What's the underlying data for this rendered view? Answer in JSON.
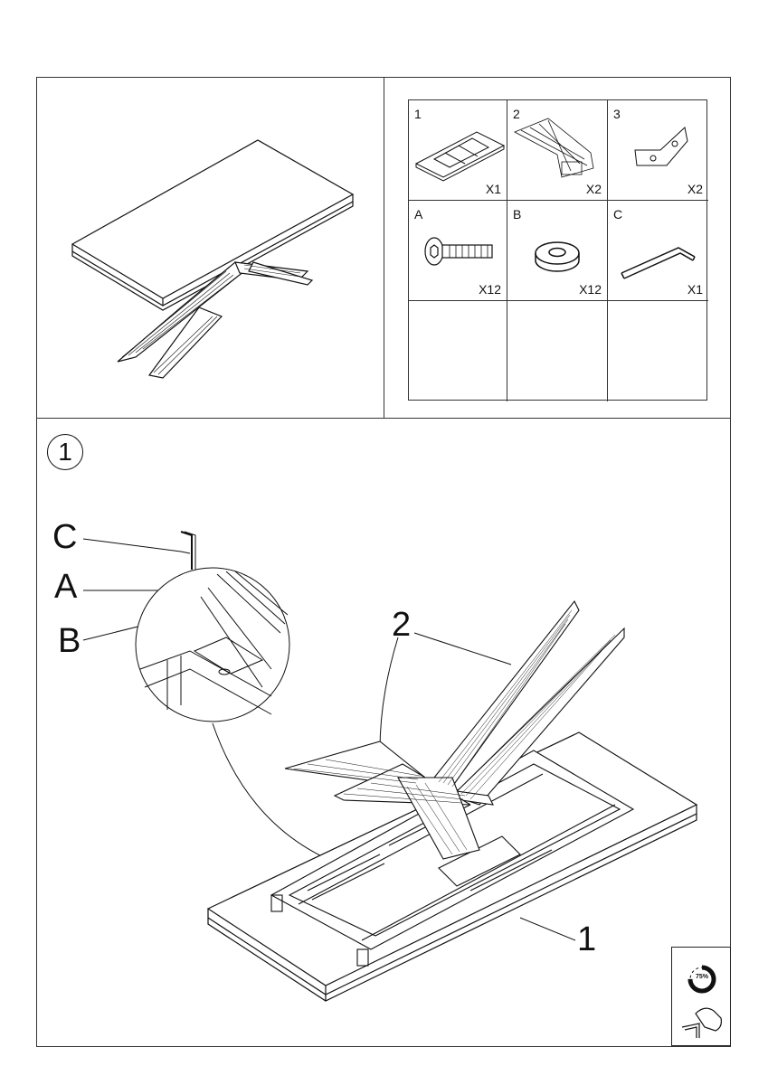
{
  "parts": [
    {
      "id": "1",
      "qty": "X1",
      "icon": "table-frame-icon"
    },
    {
      "id": "2",
      "qty": "X2",
      "icon": "table-leg-icon"
    },
    {
      "id": "3",
      "qty": "X2",
      "icon": "bracket-plate-icon"
    },
    {
      "id": "A",
      "qty": "X12",
      "icon": "screw-icon"
    },
    {
      "id": "B",
      "qty": "X12",
      "icon": "washer-icon"
    },
    {
      "id": "C",
      "qty": "X1",
      "icon": "hex-key-icon"
    }
  ],
  "step": {
    "number": "1",
    "callouts": {
      "c": "C",
      "a": "A",
      "b": "B",
      "part2": "2",
      "part1": "1"
    }
  },
  "note": {
    "percent": "75%"
  }
}
